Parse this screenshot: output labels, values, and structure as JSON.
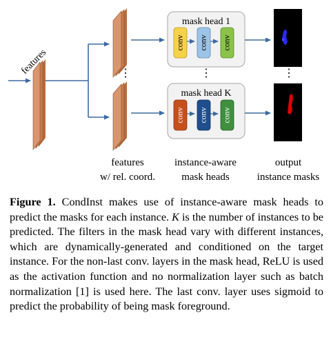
{
  "diagram": {
    "input_label": "features",
    "head1_title": "mask head 1",
    "headK_title": "mask head K",
    "conv_label": "conv",
    "col1_line1": "features",
    "col1_line2": "w/ rel. coord.",
    "col2_line1": "instance-aware",
    "col2_line2": "mask heads",
    "col3_line1": "output",
    "col3_line2": "instance masks",
    "ellipsis": "⋮",
    "colors": {
      "arrow": "#3b6aa0",
      "feature_map": "#d9956e",
      "head_bg": "#f2f2f2",
      "head1_convs": [
        "#f6d24a",
        "#9dc3e6",
        "#8bc34a"
      ],
      "headK_convs": [
        "#c5501c",
        "#1f4e8c",
        "#3f8f3f"
      ],
      "mask1": "#2b2bff",
      "maskK": "#e00000"
    }
  },
  "caption": {
    "label": "Figure 1.",
    "text_a": " CondInst makes use of instance-aware mask heads to predict the masks for each instance. ",
    "math": "K",
    "text_b": " is the number of instances to be predicted. The filters in the mask head vary with different instances, which are dynamically-generated and conditioned on the target instance. For the non-last conv. layers in the mask head, ReLU is used as the activation function and no normalization layer such as batch normalization [1] is used here. The last conv. layer uses sigmoid to predict the probability of being mask foreground."
  }
}
